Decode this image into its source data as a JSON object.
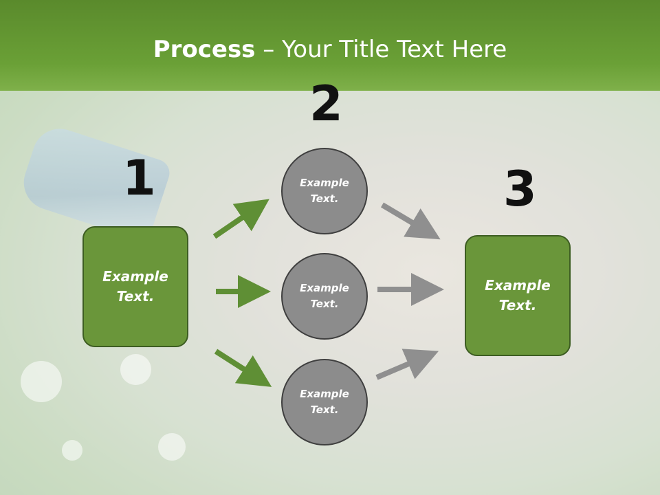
{
  "header": {
    "title_bold": "Process",
    "title_rest": " – Your Title Text Here"
  },
  "steps": [
    {
      "number": "1",
      "label_line1": "Example",
      "label_line2": "Text."
    },
    {
      "number": "2"
    },
    {
      "number": "3",
      "label_line1": "Example",
      "label_line2": "Text."
    }
  ],
  "circles": [
    {
      "line1": "Example",
      "line2": "Text."
    },
    {
      "line1": "Example",
      "line2": "Text."
    },
    {
      "line1": "Example",
      "line2": "Text."
    }
  ],
  "colors": {
    "header": "#6aa036",
    "box": "#6a963a",
    "circle": "#8c8c8c",
    "arrow_green": "#5f8f35",
    "arrow_gray": "#8f8f8f"
  }
}
